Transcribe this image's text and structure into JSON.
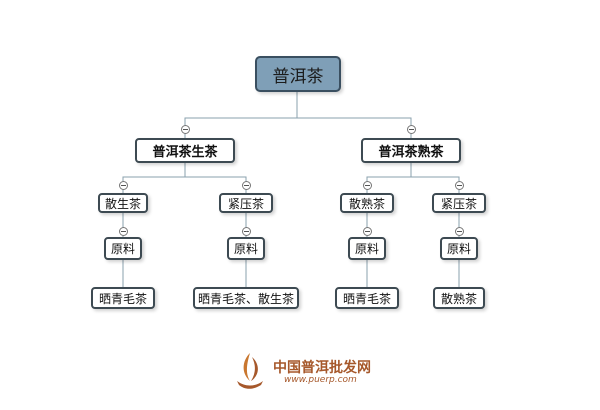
{
  "diagram": {
    "root": "普洱茶",
    "branches": [
      {
        "label": "普洱茶生茶",
        "children": [
          {
            "label": "散生茶",
            "material_label": "原料",
            "source": "晒青毛茶"
          },
          {
            "label": "紧压茶",
            "material_label": "原料",
            "source": "晒青毛茶、散生茶"
          }
        ]
      },
      {
        "label": "普洱茶熟茶",
        "children": [
          {
            "label": "散熟茶",
            "material_label": "原料",
            "source": "晒青毛茶"
          },
          {
            "label": "紧压茶",
            "material_label": "原料",
            "source": "散熟茶"
          }
        ]
      }
    ]
  },
  "brand": {
    "name": "中国普洱批发网",
    "url": "www.puerp.com"
  },
  "colors": {
    "root_fill": "#7f9fb7",
    "node_border": "#3d4a52",
    "connector": "#8aa0ad",
    "brand": "#a6582b"
  }
}
